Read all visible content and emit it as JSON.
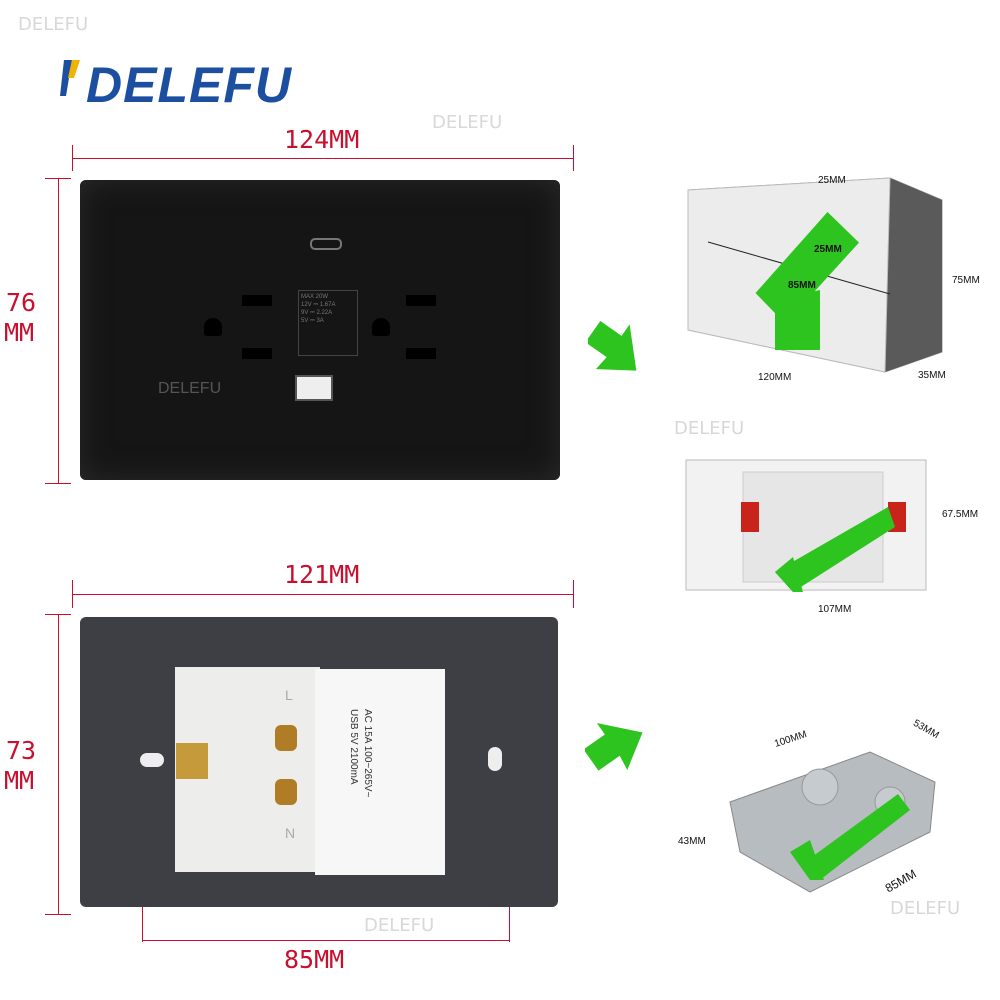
{
  "brand": {
    "logo_text": "DELEFU",
    "plate_print": "DELEFU",
    "watermark": "DELEFU"
  },
  "front_plate": {
    "width": "124MM",
    "height_top": "76",
    "height_bottom": "MM",
    "usb_label_lines": [
      "MAX 20W",
      "12V ⎓ 1.67A",
      "9V ⎓ 2.22A",
      "5V ⎓ 3A"
    ]
  },
  "back_plate": {
    "width": "121MM",
    "height_top": "73",
    "height_bottom": "MM",
    "screw_span": "85MM",
    "label_lines": [
      "AC 15A 100~265V~",
      "USB 5V 2100mA"
    ],
    "terminal_L": "L",
    "terminal_N": "N"
  },
  "box1": {
    "top": "25MM",
    "inner": "25MM",
    "span": "85MM",
    "length": "120MM",
    "height": "75MM",
    "depth": "35MM"
  },
  "box2": {
    "height": "67.5MM",
    "length": "107MM"
  },
  "box3": {
    "length": "100MM",
    "width": "53MM",
    "height": "43MM",
    "span": "85MM"
  },
  "colors": {
    "dim": "#c8102e",
    "check": "#2ec41f",
    "arrow": "#2ec41f",
    "logo": "#1c4fa0",
    "plate": "#151515"
  }
}
